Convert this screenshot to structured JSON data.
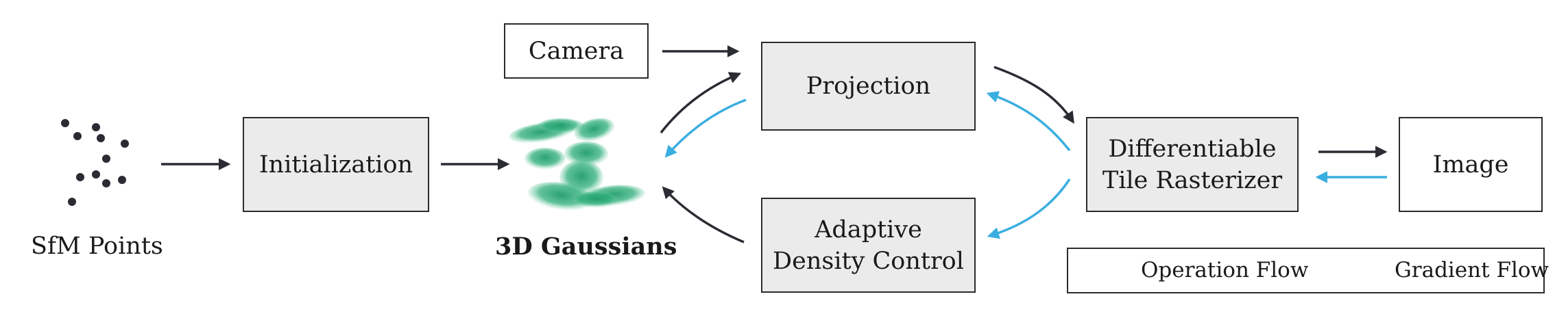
{
  "nodes": {
    "sfm_points": "SfM Points",
    "initialization": "Initialization",
    "gaussians": "3D Gaussians",
    "camera": "Camera",
    "projection": "Projection",
    "adaptive_line1": "Adaptive",
    "adaptive_line2": "Density Control",
    "rasterizer_line1": "Differentiable",
    "rasterizer_line2": "Tile Rasterizer",
    "image": "Image"
  },
  "legend": {
    "operation": "Operation Flow",
    "gradient": "Gradient Flow"
  },
  "colors": {
    "operation": "#2b2b33",
    "gradient": "#3aaee0",
    "box_fill": "#ebebeb",
    "gaussian": "#1f9c6a"
  }
}
